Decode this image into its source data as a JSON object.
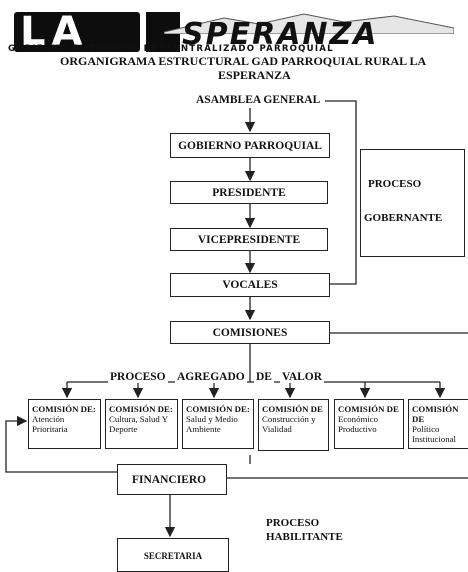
{
  "logo": {
    "text": "LA ESPERANZA",
    "subtitle": "GOBIERNO AUTONOMO DESCENTRALIZADO PARROQUIAL"
  },
  "title": {
    "line1": "ORGANIGRAMA ESTRUCTURAL GAD PARROQUIAL RURAL LA",
    "line2": "ESPERANZA"
  },
  "nodes": {
    "asamblea": "ASAMBLEA GENERAL",
    "gobierno": "GOBIERNO PARROQUIAL",
    "presidente": "PRESIDENTE",
    "vicepresidente": "VICEPRESIDENTE",
    "vocales": "VOCALES",
    "comisiones": "COMISIONES",
    "financiero": "FINANCIERO",
    "secretaria": "SECRETARIA"
  },
  "proceso_gobernante": {
    "line1": "PROCESO",
    "line2": "GOBERNANTE"
  },
  "proceso_agregado": {
    "w1": "PROCESO",
    "w2": "AGREGADO",
    "w3": "DE",
    "w4": "VALOR"
  },
  "proceso_habilitante": {
    "line1": "PROCESO",
    "line2": "HABILITANTE"
  },
  "commissions": [
    {
      "heading": "COMISIÓN DE:",
      "body": "Atención Prioritaria"
    },
    {
      "heading": "COMISIÓN DE:",
      "body": "Cultura, Salud Y Deporte"
    },
    {
      "heading": "COMISIÓN DE:",
      "body": "Salud y Medio Ambiente"
    },
    {
      "heading": "COMISIÓN DE",
      "body": "Construcción y Vialidad"
    },
    {
      "heading": "COMISIÓN DE",
      "body": "Económico Productivo"
    },
    {
      "heading": "COMISIÓN DE",
      "body": "Político Institucional"
    }
  ]
}
